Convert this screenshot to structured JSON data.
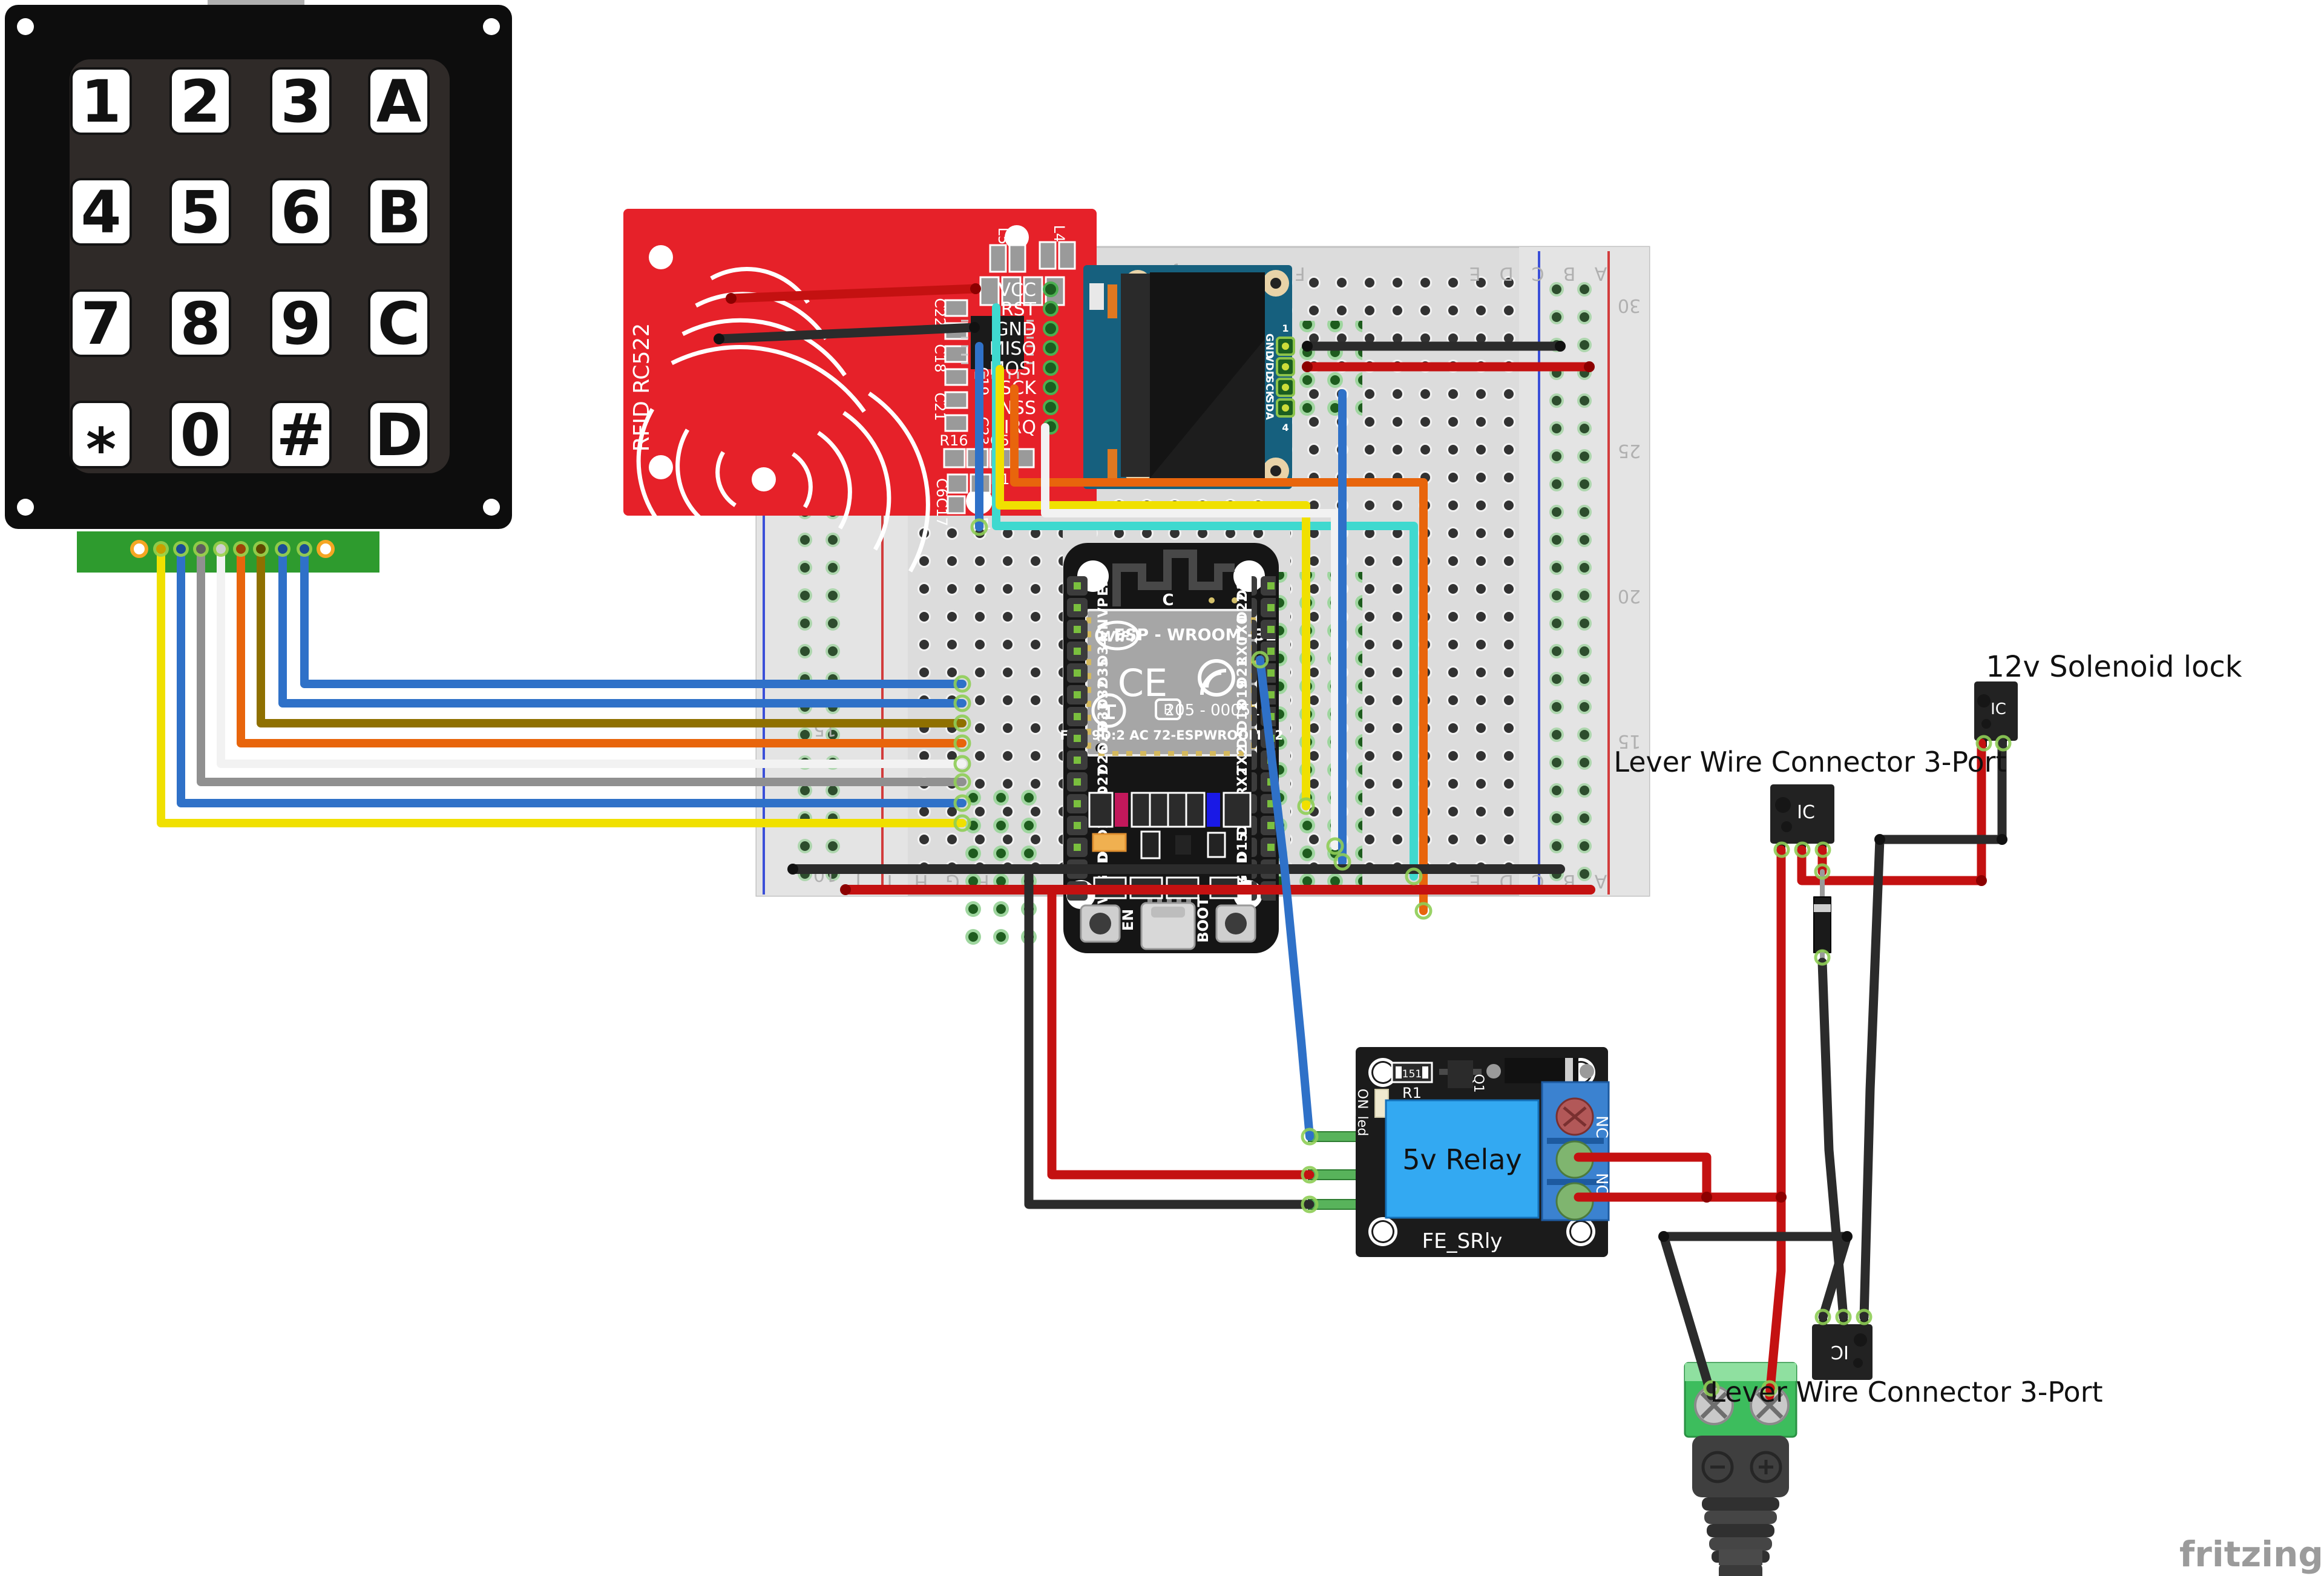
{
  "labels": {
    "solenoid": "12v Solenoid lock",
    "lever_connector_top": "Lever Wire Connector 3-Port",
    "lever_connector_bottom": "Lever Wire Connector 3-Port",
    "watermark": "fritzing"
  },
  "keypad": {
    "keys": [
      "1",
      "2",
      "3",
      "A",
      "4",
      "5",
      "6",
      "B",
      "7",
      "8",
      "9",
      "C",
      "*",
      "0",
      "#",
      "D"
    ]
  },
  "rfid": {
    "title": "RFID RC522",
    "pins": [
      "VCC",
      "RST",
      "GND",
      "MISO",
      "MOSI",
      "SCK",
      "NSS",
      "IRQ"
    ],
    "refs": [
      "L5",
      "L4",
      "C22",
      "C18",
      "C19",
      "C21",
      "C23",
      "R16",
      "C5",
      "C6",
      "R15",
      "C17",
      "C16"
    ]
  },
  "oled": {
    "pins": [
      "GND",
      "VDD",
      "SCK",
      "SDA"
    ],
    "pin_first": "1",
    "pin_last": "4"
  },
  "esp32": {
    "left_pins": [
      "EN",
      "VP",
      "VN",
      "D34",
      "D35",
      "D32",
      "D33",
      "D25",
      "D26",
      "D27",
      "D14",
      "D12",
      "D13",
      "GND",
      "VIN"
    ],
    "right_pins": [
      "D23",
      "D22",
      "TX0",
      "RX0",
      "D21",
      "D19",
      "D18",
      "D5",
      "TX2",
      "RX2",
      "D4",
      "D2",
      "D15",
      "GND",
      "3V3"
    ],
    "shield": {
      "brand": "WiFi",
      "model": "ESP - WROOM -32",
      "ce": "CE",
      "r_mark": "R",
      "cert": "205 - 000519",
      "fcc": "FCC 9D:2 AC 72-ESPWROOM 32"
    },
    "top_mark": "C",
    "buttons": {
      "en": "EN",
      "boot": "BOOT"
    }
  },
  "relay": {
    "name": "5v Relay",
    "board_id": "FE_SRly",
    "r1": "R1",
    "r1_value": "151",
    "q1": "Q1",
    "led_label": "ON_led",
    "nc": "NC",
    "no": "NO"
  },
  "ic_chip_label": "IC",
  "breadboard": {
    "letters": [
      "J",
      "I",
      "H",
      "G",
      "F",
      "E",
      "D",
      "C",
      "B",
      "A"
    ],
    "numbers": [
      "30",
      "25",
      "20",
      "15",
      "10"
    ]
  },
  "colors": {
    "wire_red": "#c41111",
    "wire_black": "#2b2b2b",
    "wire_yellow": "#f0e000",
    "wire_blue": "#2f71c8",
    "wire_gray": "#909090",
    "wire_white": "#f2f2f2",
    "wire_orange": "#e8650c",
    "wire_olive": "#8f7000",
    "wire_cyan": "#3fd9cf",
    "rfid_board": "#e62129",
    "relay_cube": "#33a9f2",
    "breadboard": "#dcdcdc",
    "keypad_strip": "#2e9b2e"
  }
}
